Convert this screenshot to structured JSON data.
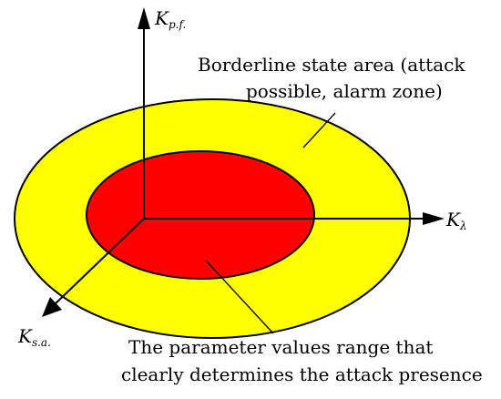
{
  "diagram": {
    "axes": {
      "vertical": {
        "main": "K",
        "sub": "p.f."
      },
      "horizontal": {
        "main": "K",
        "sub": "λ"
      },
      "diagonal": {
        "main": "K",
        "sub": "s.a."
      }
    },
    "areas": {
      "outer": {
        "color": "#ffff00",
        "label_line1": "Borderline state area (attack",
        "label_line2": "possible, alarm zone)"
      },
      "inner": {
        "color": "#ff0000",
        "label_line1": "The parameter values range that",
        "label_line2": "clearly determines the attack presence"
      }
    },
    "outline_color": "#000000"
  }
}
